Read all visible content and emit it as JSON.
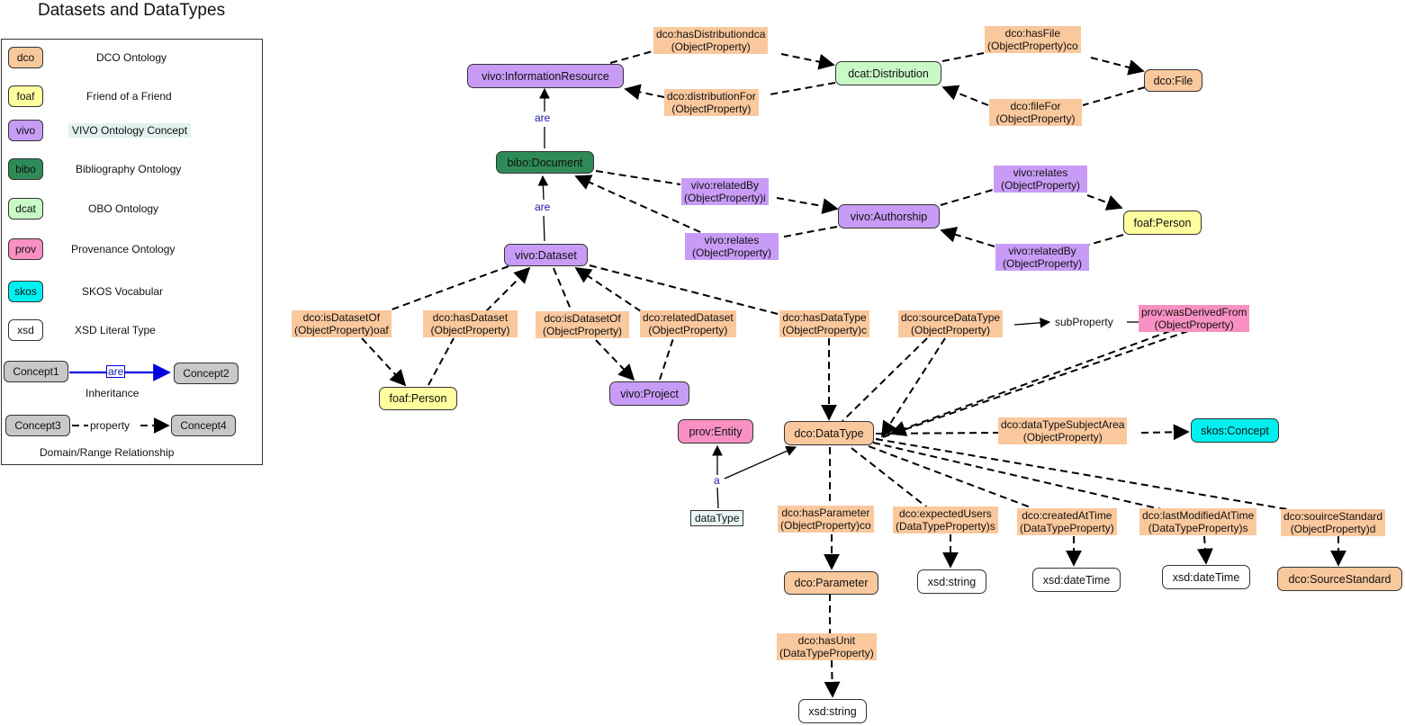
{
  "title": "Datasets and DataTypes",
  "colors": {
    "dco": "#fac89d",
    "foaf": "#ffff9f",
    "vivo": "#c89cf6",
    "bibo": "#2e8b57",
    "dcat": "#c8fac8",
    "prov": "#f890c3",
    "skos": "#00f0f0",
    "xsd": "#ffffff",
    "concept": "#c8c8c8",
    "inherit": "#0000dd"
  },
  "legend": {
    "entries": [
      {
        "tag": "dco",
        "desc": "DCO Ontology"
      },
      {
        "tag": "foaf",
        "desc": "Friend of a Friend"
      },
      {
        "tag": "vivo",
        "desc": "VIVO Ontology Concept"
      },
      {
        "tag": "bibo",
        "desc": "Bibliography Ontology"
      },
      {
        "tag": "dcat",
        "desc": "OBO Ontology"
      },
      {
        "tag": "prov",
        "desc": "Provenance Ontology"
      },
      {
        "tag": "skos",
        "desc": "SKOS Vocabular"
      },
      {
        "tag": "xsd",
        "desc": "XSD Literal Type"
      }
    ],
    "inheritance": {
      "from": "Concept1",
      "label": "are",
      "to": "Concept2",
      "caption": "Inheritance"
    },
    "property": {
      "from": "Concept3",
      "label": "property",
      "to": "Concept4",
      "caption": "Domain/Range Relationship"
    }
  },
  "nodes": {
    "info_resource": "vivo:InformationResource",
    "distribution": "dcat:Distribution",
    "file": "dco:File",
    "document": "bibo:Document",
    "authorship": "vivo:Authorship",
    "person_right": "foaf:Person",
    "dataset": "vivo:Dataset",
    "person_left": "foaf:Person",
    "project": "vivo:Project",
    "entity": "prov:Entity",
    "datatype": "dco:DataType",
    "skos_concept": "skos:Concept",
    "parameter": "dco:Parameter",
    "string1": "xsd:string",
    "datetime1": "xsd:dateTime",
    "datetime2": "xsd:dateTime",
    "source_standard": "dco:SourceStandard",
    "string2": "xsd:string",
    "datatype_literal": "dataType"
  },
  "edges": {
    "has_distribution": [
      "dco:hasDistributiondca",
      "(ObjectProperty)"
    ],
    "distribution_for": [
      "dco:distributionFor",
      "(ObjectProperty)"
    ],
    "has_file": [
      "dco:hasFile",
      "(ObjectProperty)co"
    ],
    "file_for": [
      "dco:fileFor",
      "(ObjectProperty)"
    ],
    "related_by_1": [
      "vivo:relatedBy",
      "(ObjectProperty)i"
    ],
    "relates_1": [
      "vivo:relates",
      "(ObjectProperty)"
    ],
    "relates_2": [
      "vivo:relates",
      "(ObjectProperty)"
    ],
    "related_by_2": [
      "vivo:relatedBy",
      "(ObjectProperty)"
    ],
    "is_dataset_of_1": [
      "dco:isDatasetOf",
      "(ObjectProperty)oaf"
    ],
    "has_dataset": [
      "dco:hasDataset",
      "(ObjectProperty)"
    ],
    "is_dataset_of_2": [
      "dco:isDatasetOf",
      "(ObjectProperty)"
    ],
    "related_dataset": [
      "dco:relatedDataset",
      "(ObjectProperty)"
    ],
    "has_data_type": [
      "dco:hasDataType",
      "(ObjectProperty)c"
    ],
    "source_data_type": [
      "dco:sourceDataType",
      "(ObjectProperty)"
    ],
    "sub_property": "subProperty",
    "was_derived_from": [
      "prov:wasDerivedFrom",
      "(ObjectProperty)"
    ],
    "subject_area": [
      "dco:dataTypeSubjectArea",
      "(ObjectProperty)"
    ],
    "has_parameter": [
      "dco:hasParameter",
      "(ObjectProperty)co"
    ],
    "expected_users": [
      "dco:expectedUsers",
      "(DataTypeProperty)s"
    ],
    "created_at": [
      "dco:createdAtTime",
      "(DataTypeProperty)"
    ],
    "last_modified": [
      "dco:lastModifiedAtTime",
      "(DataTypeProperty)s"
    ],
    "source_standard": [
      "dco:souirceStandard",
      "(ObjectProperty)d"
    ],
    "has_unit": [
      "dco:hasUnit",
      "(DataTypeProperty)"
    ],
    "are_1": "are",
    "are_2": "are",
    "a": "a"
  }
}
